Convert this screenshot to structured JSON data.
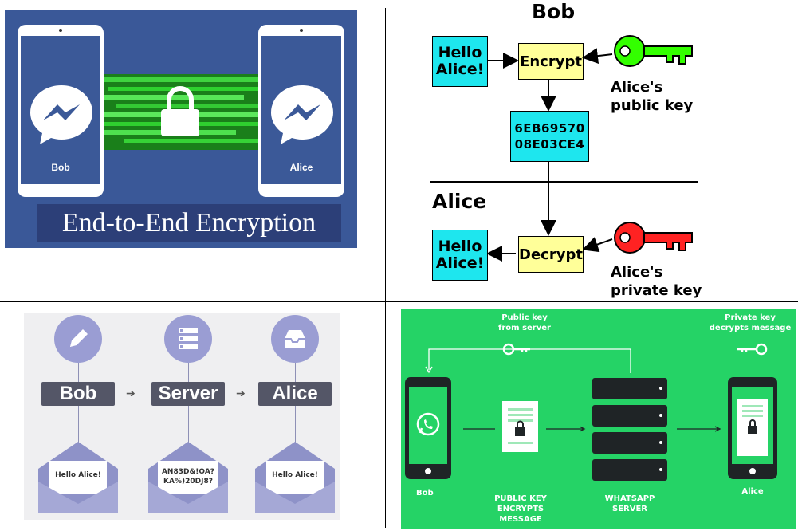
{
  "panel1": {
    "left_phone_name": "Bob",
    "right_phone_name": "Alice",
    "caption": "End-to-End Encryption",
    "colors": {
      "bg": "#3a5898",
      "stream": "#2ecc2e"
    },
    "icons": [
      "messenger-icon",
      "padlock-icon"
    ]
  },
  "panel2": {
    "top_name": "Bob",
    "bottom_name": "Alice",
    "plaintext_line1": "Hello",
    "plaintext_line2": "Alice!",
    "encrypt_label": "Encrypt",
    "decrypt_label": "Decrypt",
    "ciphertext_line1": "6EB69570",
    "ciphertext_line2": "08E03CE4",
    "public_key_line1": "Alice's",
    "public_key_line2": "public key",
    "private_key_line1": "Alice's",
    "private_key_line2": "private key",
    "colors": {
      "plain": "#1ee6ee",
      "process": "#ffff99",
      "public_key": "#33ff00",
      "private_key": "#ff2222"
    }
  },
  "panel3": {
    "nodes": [
      "Bob",
      "Server",
      "Alice"
    ],
    "envelope_texts": [
      "Hello Alice!",
      "AN83D&!OA?",
      "KA%)20DJ8?",
      "Hello Alice!"
    ],
    "icons": [
      "pencil-icon",
      "server-icon",
      "inbox-icon"
    ]
  },
  "panel4": {
    "public_key_line1": "Public key",
    "public_key_line2": "from server",
    "private_key_line1": "Private key",
    "private_key_line2": "decrypts message",
    "left_name": "Bob",
    "right_name": "Alice",
    "encrypt_line1": "PUBLIC KEY",
    "encrypt_line2": "ENCRYPTS",
    "encrypt_line3": "MESSAGE",
    "server_line1": "WHATSAPP",
    "server_line2": "SERVER",
    "colors": {
      "bg": "#25d366"
    }
  }
}
